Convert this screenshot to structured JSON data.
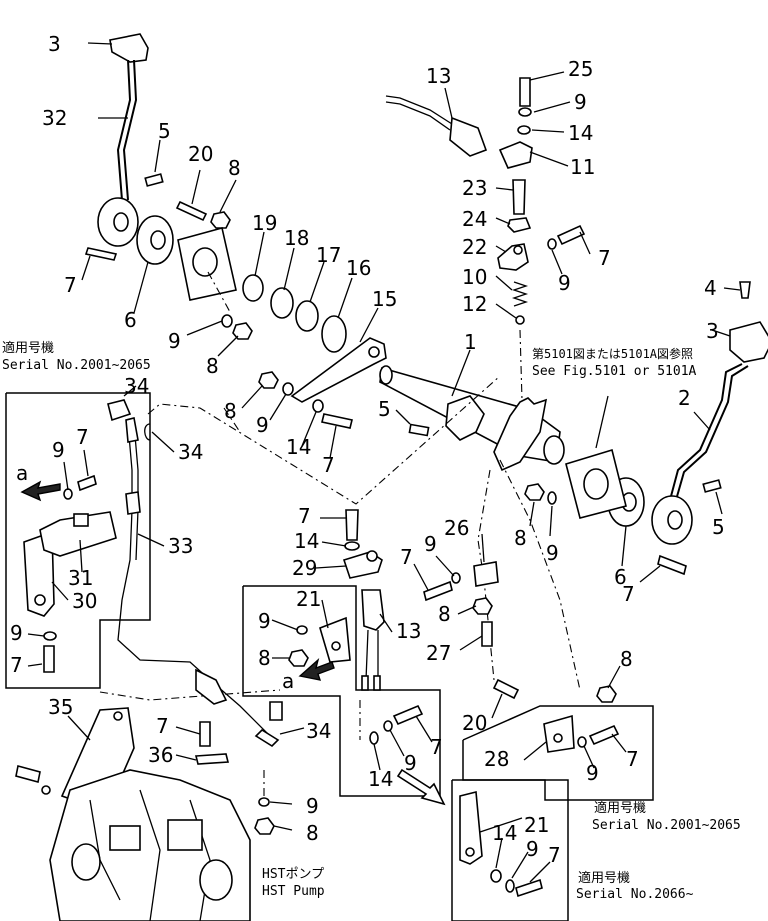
{
  "callouts": {
    "c3a": "3",
    "c32": "32",
    "c5a": "5",
    "c20a": "20",
    "c8a": "8",
    "c19": "19",
    "c18": "18",
    "c17": "17",
    "c16": "16",
    "c7a": "7",
    "c6a": "6",
    "c9a": "9",
    "c8b": "8",
    "c15": "15",
    "c13a": "13",
    "c25": "25",
    "c9b": "9",
    "c14a": "14",
    "c11": "11",
    "c23": "23",
    "c24": "24",
    "c22": "22",
    "c7b": "7",
    "c9c": "9",
    "c10": "10",
    "c12": "12",
    "c1": "1",
    "c4": "4",
    "c3b": "3",
    "c2": "2",
    "c5b": "5",
    "c6b": "6",
    "c7c": "7",
    "c8c": "8",
    "c9d": "9",
    "c5c": "5",
    "c8d": "8",
    "c9e": "9",
    "c14b": "14",
    "c7d": "7",
    "c34a": "34",
    "c34b": "34",
    "c9f": "9",
    "c7e": "7",
    "c31": "31",
    "c30": "30",
    "c9g": "9",
    "c7f": "7",
    "c33": "33",
    "c7g": "7",
    "c14c": "14",
    "c29": "29",
    "c26": "26",
    "c9h": "9",
    "c7h": "7",
    "c8e": "8",
    "c27": "27",
    "c21a": "21",
    "c9i": "9",
    "c8f": "8",
    "c13b": "13",
    "c35": "35",
    "c7i": "7",
    "c36": "36",
    "c34c": "34",
    "c20b": "20",
    "c8g": "8",
    "c28": "28",
    "c9j": "9",
    "c7j": "7",
    "c7k": "7",
    "c14d": "14",
    "c9k": "9",
    "c9l": "9",
    "c8h": "8",
    "c21b": "21",
    "c14e": "14",
    "c9m": "9",
    "c7l": "7",
    "ca1": "a",
    "ca2": "a"
  },
  "notes": {
    "applicable_jp_1": "適用号機",
    "serial_1": "Serial No.2001~2065",
    "ref_jp": "第5101図または5101A図参照",
    "ref_en": "See Fig.5101 or 5101A",
    "applicable_jp_2": "適用号機",
    "serial_2": "Serial No.2001~2065",
    "applicable_jp_3": "適用号機",
    "serial_3": "Serial No.2066~",
    "hst_jp": "HSTポンプ",
    "hst_en": "HST Pump"
  }
}
